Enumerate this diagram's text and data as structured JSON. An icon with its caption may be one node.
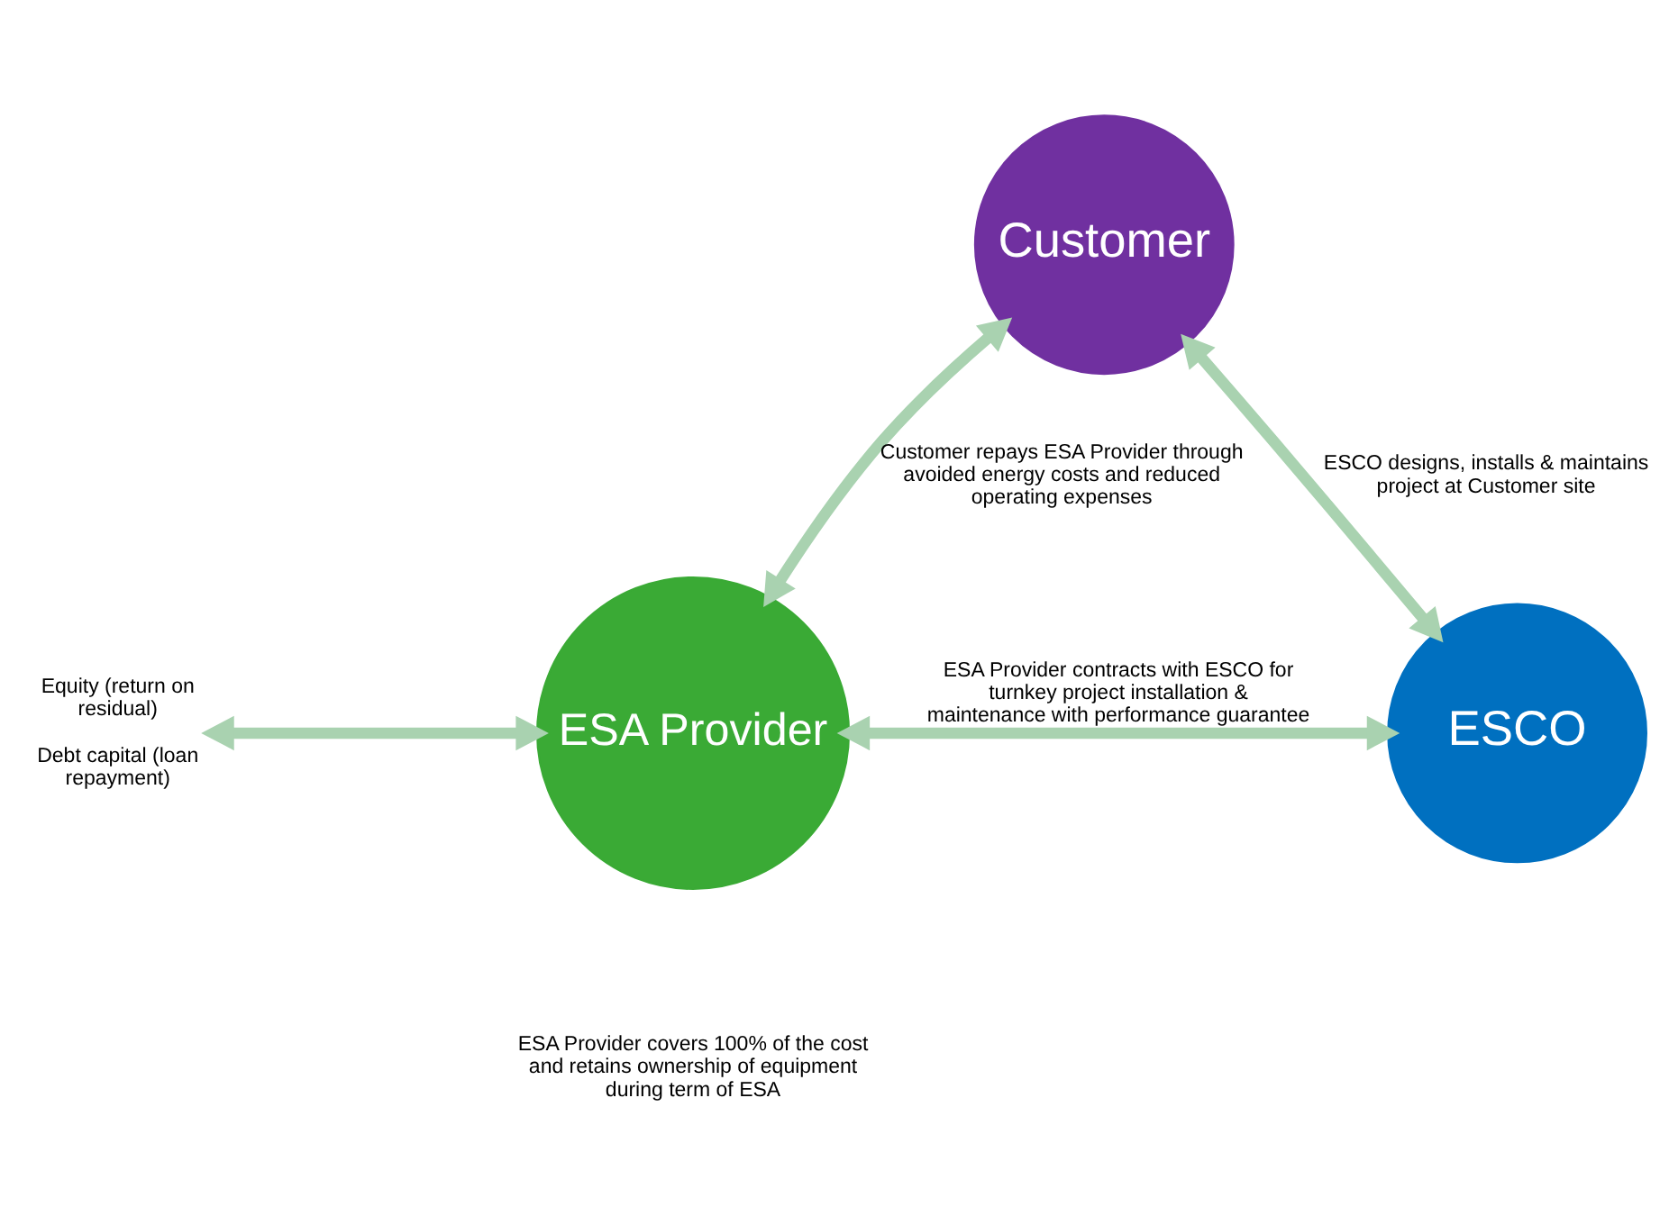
{
  "diagram": {
    "nodes": [
      {
        "text": [
          "Customer"
        ]
      },
      {
        "text": [
          "ESA Provider"
        ]
      },
      {
        "text": [
          "ESCO"
        ]
      },
      {
        "text": [
          "Equity (return on residual)",
          "Debt capital (loan repayment)"
        ]
      }
    ],
    "edges": [
      {
        "from": 1,
        "to": 0,
        "arrow": "both",
        "label": "Customer repays ESA Provider through avoided energy costs and reduced operating expenses"
      },
      {
        "from": 0,
        "to": 2,
        "arrow": "both",
        "label": "ESCO designs, installs & maintains project at Customer site"
      },
      {
        "from": 1,
        "to": 2,
        "arrow": "both",
        "label": "ESA Provider contracts with ESCO for turnkey project installation & maintenance with performance guarantee"
      },
      {
        "from": 3,
        "to": 1,
        "arrow": "both"
      }
    ],
    "labels": [
      "ESA Provider covers 100% of the cost and retains ownership of equipment during term of ESA"
    ]
  }
}
